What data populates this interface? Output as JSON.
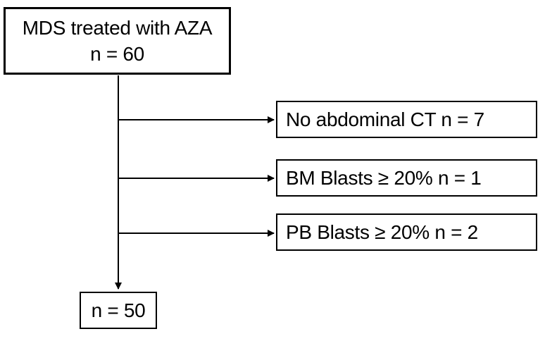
{
  "flowchart": {
    "source_box": {
      "line1": "MDS treated with AZA",
      "line2": "n = 60"
    },
    "exclusions": [
      {
        "label": "No abdominal CT n = 7"
      },
      {
        "label": "BM Blasts ≥ 20% n = 1"
      },
      {
        "label": "PB Blasts ≥ 20% n = 2"
      }
    ],
    "result_box": {
      "label": "n = 50"
    },
    "colors": {
      "stroke": "#000000",
      "background": "#ffffff",
      "text": "#000000"
    }
  }
}
